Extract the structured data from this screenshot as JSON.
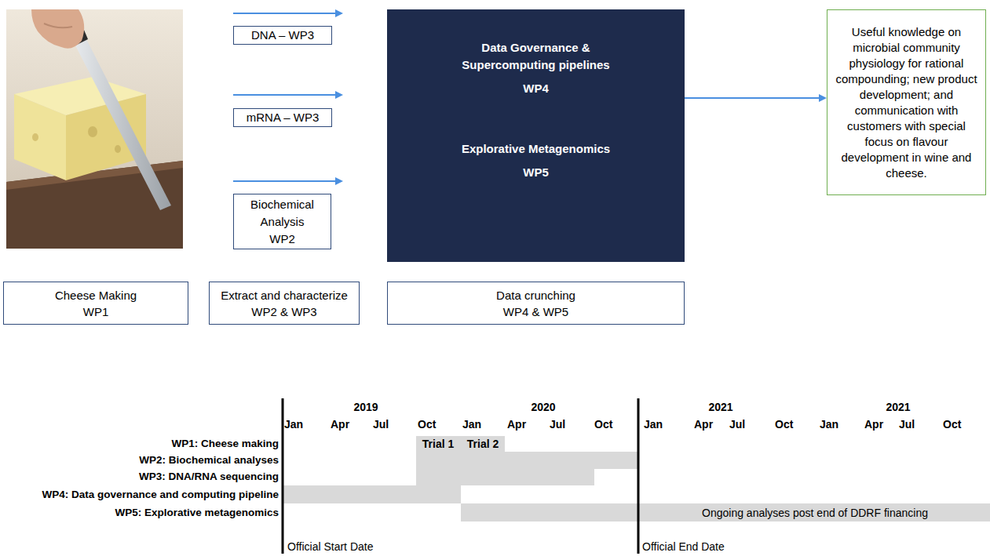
{
  "diagram": {
    "nodes": [
      {
        "text": [
          "DNA – WP3"
        ]
      },
      {
        "text": [
          "mRNA – WP3"
        ]
      },
      {
        "text": [
          "Biochemical Analysis",
          "WP2"
        ]
      },
      {
        "text": [
          "Data Governance & Supercomputing pipelines",
          "WP4",
          "Explorative Metagenomics",
          "WP5"
        ]
      },
      {
        "text": [
          "Useful knowledge on microbial community physiology for rational compounding; new product development; and communication with customers with special focus on flavour development in wine and cheese."
        ]
      },
      {
        "text": [
          "Cheese Making",
          "WP1"
        ]
      },
      {
        "text": [
          "Extract and characterize",
          "WP2 & WP3"
        ]
      },
      {
        "text": [
          "Data crunching",
          "WP4 & WP5"
        ]
      }
    ],
    "edges": [
      {
        "from": 3,
        "to": 4,
        "arrow": "to"
      }
    ],
    "labels": [
      "2019",
      "2020",
      "2021",
      "2021",
      "Jan",
      "Apr",
      "Jul",
      "Oct",
      "Jan",
      "Apr",
      "Jul",
      "Oct",
      "Jan",
      "Apr",
      "Jul",
      "Oct",
      "Jan",
      "Apr",
      "Jul",
      "Oct",
      "WP1: Cheese making",
      "WP2: Biochemical analyses",
      "WP3: DNA/RNA sequencing",
      "WP4: Data governance and computing pipeline",
      "WP5: Explorative metagenomics",
      "Trial 1",
      "Trial 2",
      "Ongoing analyses post end of DDRF financing",
      "Official Start Date",
      "Official End Date"
    ]
  }
}
